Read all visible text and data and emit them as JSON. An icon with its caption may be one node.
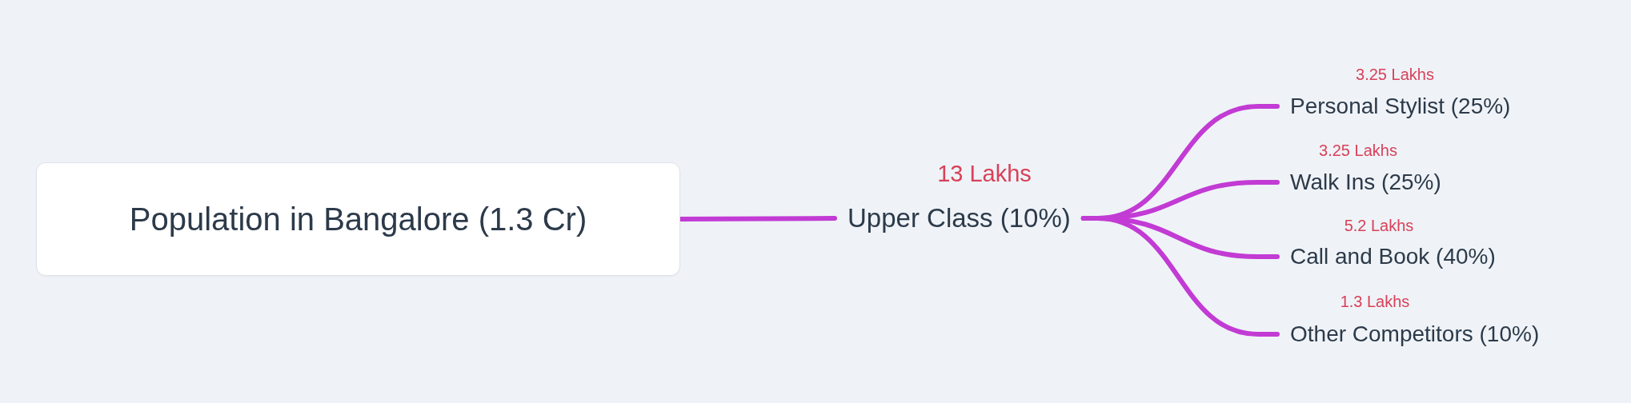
{
  "diagram": {
    "nodes": [
      {
        "text": [
          "Population in Bangalore (1.3 Cr)"
        ]
      },
      {
        "text": [
          "Upper Class (10%)"
        ],
        "beside": [
          "13 Lakhs"
        ]
      },
      {
        "text": [
          "Personal Stylist (25%)"
        ],
        "beside": [
          "3.25 Lakhs"
        ]
      },
      {
        "text": [
          "Walk Ins (25%)"
        ],
        "beside": [
          "3.25 Lakhs"
        ]
      },
      {
        "text": [
          "Call and Book (40%)"
        ],
        "beside": [
          "5.2 Lakhs"
        ]
      },
      {
        "text": [
          "Other Competitors (10%)"
        ],
        "beside": [
          "1.3 Lakhs"
        ]
      }
    ],
    "edges": [
      {
        "from": 0,
        "to": 1,
        "arrow": "none"
      },
      {
        "from": 1,
        "to": 2,
        "arrow": "none"
      },
      {
        "from": 1,
        "to": 3,
        "arrow": "none"
      },
      {
        "from": 1,
        "to": 4,
        "arrow": "none"
      },
      {
        "from": 1,
        "to": 5,
        "arrow": "none"
      }
    ]
  }
}
